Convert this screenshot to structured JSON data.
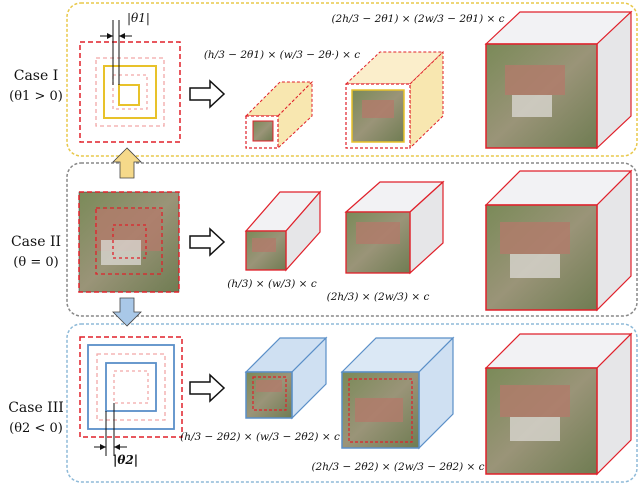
{
  "cases": [
    {
      "name": "Case I",
      "condition": "(θ1 > 0)",
      "theta_label": "|θ1|",
      "formula_small": "(h/3 − 2θ1) × (w/3 − 2θ·) × c",
      "formula_medium": "(2h/3 − 2θ1) × (2w/3 − 2θ1) × c",
      "formula_large": ""
    },
    {
      "name": "Case II",
      "condition": "(θ = 0)",
      "formula_small": "(h/3) × (w/3) × c",
      "formula_medium": "(2h/3) × (2w/3) × c",
      "formula_large": ""
    },
    {
      "name": "Case III",
      "condition": "(θ2 < 0)",
      "theta_label": "|θ2|",
      "formula_small": "(h/3 − 2θ2) × (w/3 − 2θ2) × c",
      "formula_medium": "(2h/3 − 2θ2) × (2w/3 − 2θ2) × c",
      "formula_large": ""
    }
  ],
  "colors": {
    "red": "#e0202a",
    "pink": "#f2a8a8",
    "yellow": "#e8c22a",
    "yellow_fill": "#f8e7b0",
    "blue": "#5a8fc8",
    "blue_fill": "#cfe0f2",
    "gray_face": "#e6e6e8",
    "panel1_border": "#e8c84a",
    "panel2_border": "#888888",
    "panel3_border": "#8fbad8",
    "arrow_up": "#f5d98a",
    "arrow_down": "#a9c8e8"
  }
}
